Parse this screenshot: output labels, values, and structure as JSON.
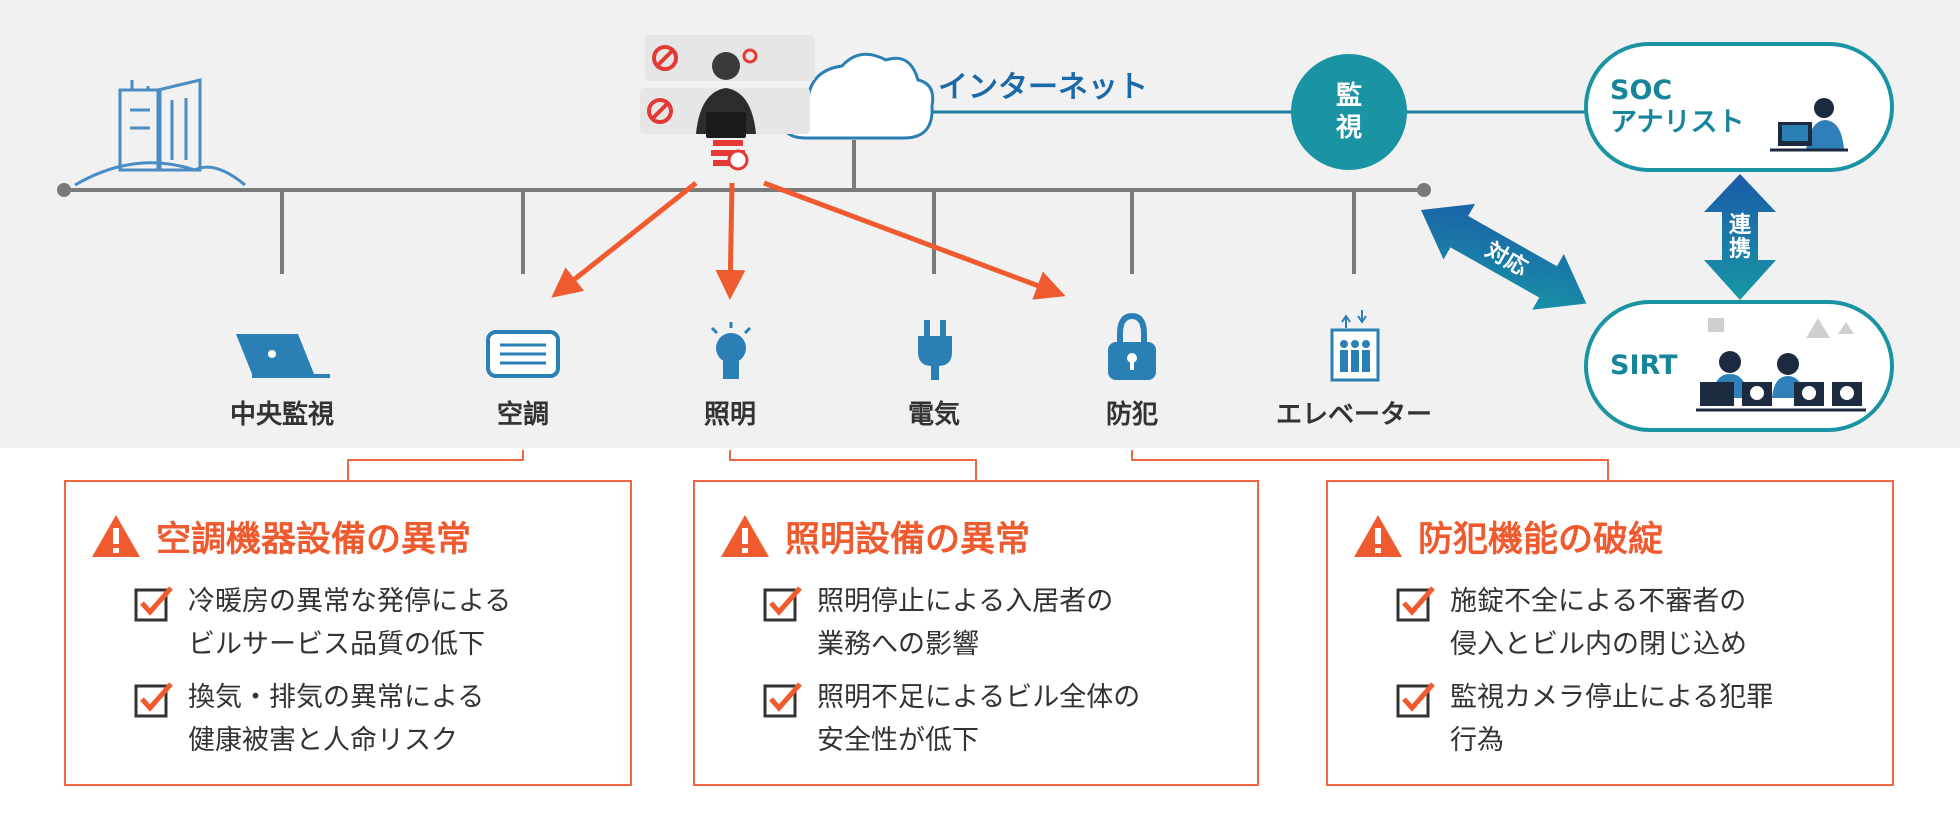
{
  "network": {
    "internet_label": "インターネット",
    "monitor_label": "監視",
    "soc_label": "SOC\nアナリスト",
    "sirt_label": "SIRT",
    "link_label": "連携",
    "response_label": "対応"
  },
  "systems": [
    {
      "label": "中央監視",
      "icon": "laptop-icon"
    },
    {
      "label": "空調",
      "icon": "air-conditioner-icon"
    },
    {
      "label": "照明",
      "icon": "light-bulb-icon"
    },
    {
      "label": "電気",
      "icon": "power-plug-icon"
    },
    {
      "label": "防犯",
      "icon": "padlock-icon"
    },
    {
      "label": "エレベーター",
      "icon": "elevator-icon"
    }
  ],
  "risk_boxes": [
    {
      "title": "空調機器設備の異常",
      "items": [
        "冷暖房の異常な発停による\nビルサービス品質の低下",
        "換気・排気の異常による\n健康被害と人命リスク"
      ]
    },
    {
      "title": "照明設備の異常",
      "items": [
        "照明停止による入居者の\n業務への影響",
        "照明不足によるビル全体の\n安全性が低下"
      ]
    },
    {
      "title": "防犯機能の破綻",
      "items": [
        "施錠不全による不審者の\n侵入とビル内の閉じ込め",
        "監視カメラ停止による犯罪\n行為"
      ]
    }
  ],
  "colors": {
    "attack_arrow": "#ef5a2f",
    "network_line": "#7a7a7a",
    "monitor_teal": "#1a93a3",
    "icon_blue": "#2a7fb4",
    "box_border": "#ef6640"
  }
}
